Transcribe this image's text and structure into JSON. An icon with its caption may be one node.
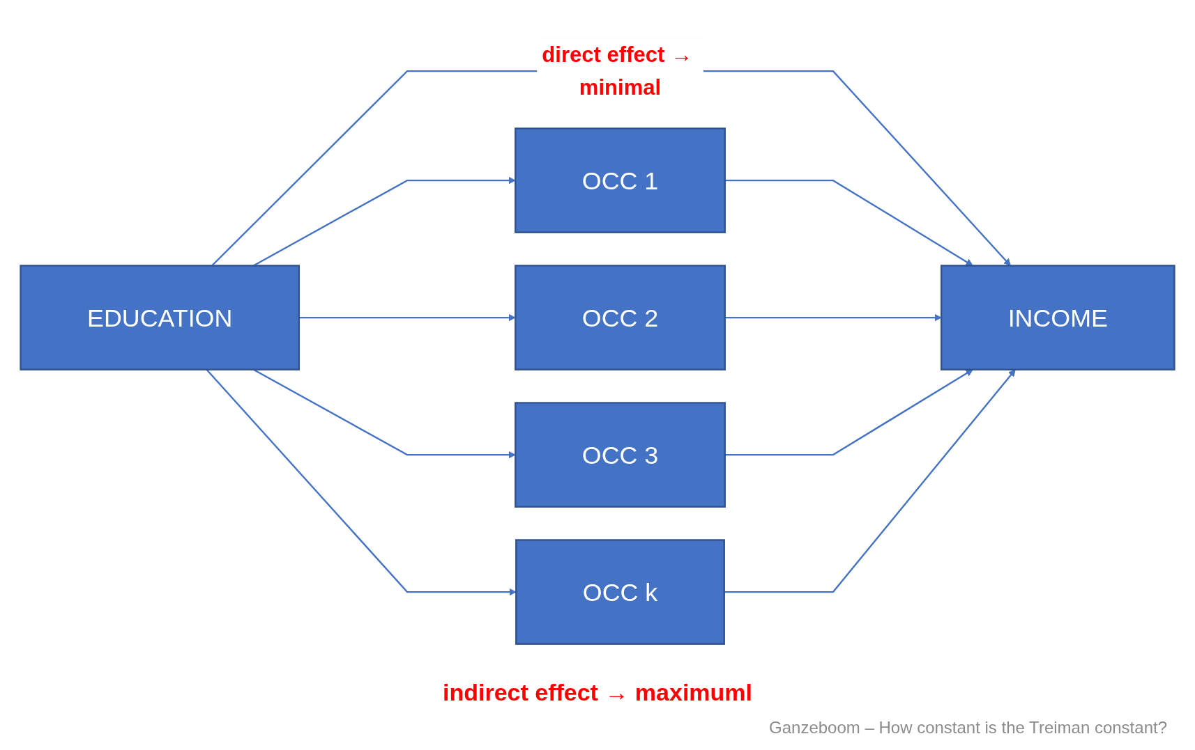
{
  "diagram": {
    "nodes": [
      {
        "text": [
          "EDUCATION"
        ]
      },
      {
        "text": [
          "OCC 1"
        ]
      },
      {
        "text": [
          "OCC 2"
        ]
      },
      {
        "text": [
          "OCC 3"
        ]
      },
      {
        "text": [
          "OCC k"
        ]
      },
      {
        "text": [
          "INCOME"
        ]
      }
    ],
    "edges": [
      {
        "from": 0,
        "to": 1,
        "arrow": "to"
      },
      {
        "from": 0,
        "to": 2,
        "arrow": "to"
      },
      {
        "from": 0,
        "to": 3,
        "arrow": "to"
      },
      {
        "from": 0,
        "to": 4,
        "arrow": "to"
      },
      {
        "from": 0,
        "to": 5,
        "arrow": "to",
        "label": "direct effect → minimal"
      },
      {
        "from": 1,
        "to": 5,
        "arrow": "to"
      },
      {
        "from": 2,
        "to": 5,
        "arrow": "to"
      },
      {
        "from": 3,
        "to": 5,
        "arrow": "to"
      },
      {
        "from": 4,
        "to": 5,
        "arrow": "to"
      }
    ],
    "labels": [
      "indirect effect → maximuml",
      "Ganzeboom – How constant is the Treiman constant?"
    ]
  }
}
